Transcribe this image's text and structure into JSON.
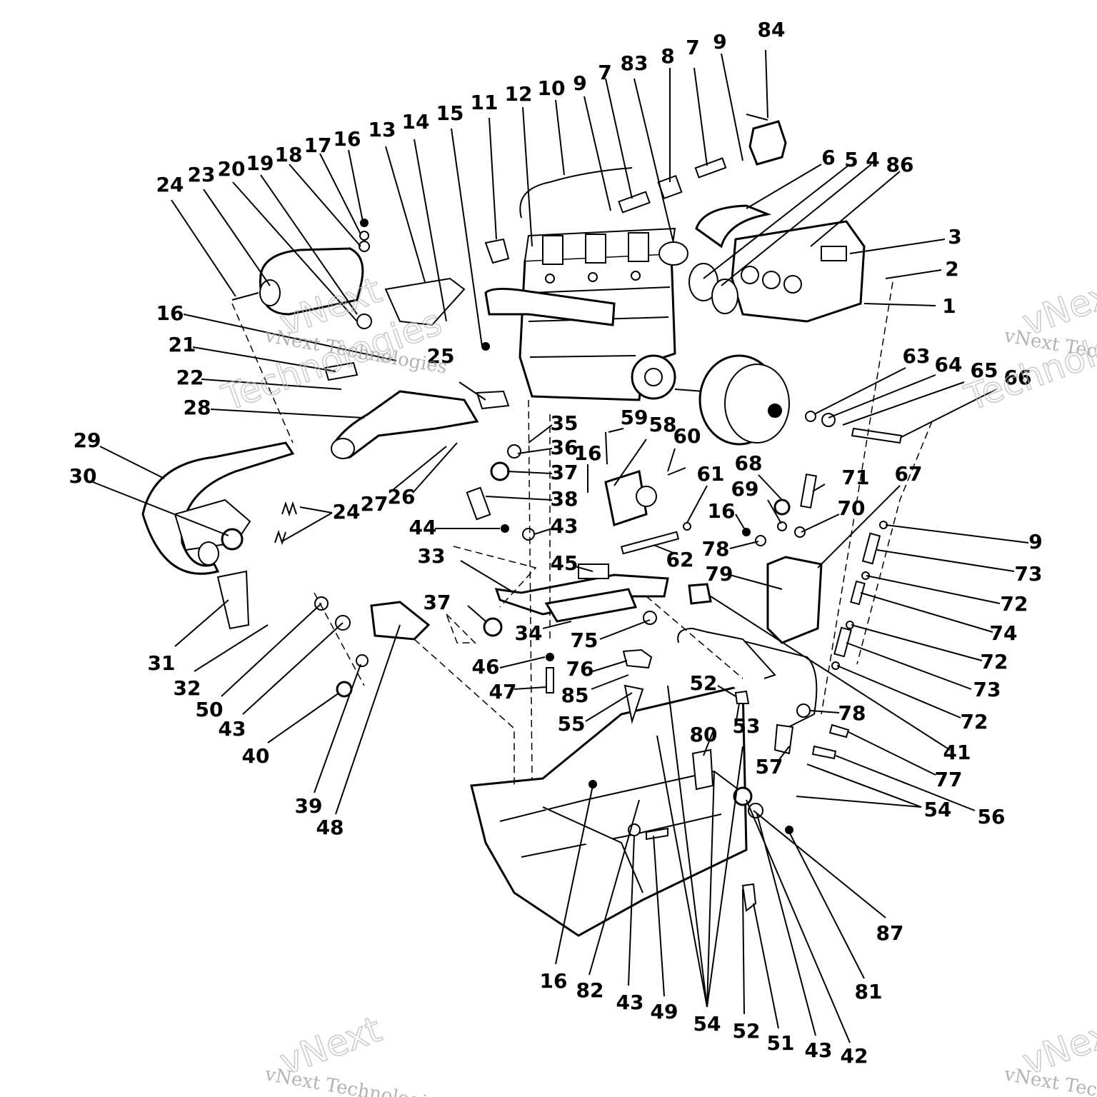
{
  "watermark": {
    "text": "vNext Technologies",
    "word1": "vNext",
    "word2": "Technologies"
  },
  "callouts": [
    {
      "id": "c1",
      "label": "1"
    },
    {
      "id": "c2",
      "label": "2"
    },
    {
      "id": "c3",
      "label": "3"
    },
    {
      "id": "c4",
      "label": "4"
    },
    {
      "id": "c5",
      "label": "5"
    },
    {
      "id": "c6",
      "label": "6"
    },
    {
      "id": "c7a",
      "label": "7"
    },
    {
      "id": "c7b",
      "label": "7"
    },
    {
      "id": "c8",
      "label": "8"
    },
    {
      "id": "c9a",
      "label": "9"
    },
    {
      "id": "c9b",
      "label": "9"
    },
    {
      "id": "c9c",
      "label": "9"
    },
    {
      "id": "c10",
      "label": "10"
    },
    {
      "id": "c11",
      "label": "11"
    },
    {
      "id": "c12",
      "label": "12"
    },
    {
      "id": "c13",
      "label": "13"
    },
    {
      "id": "c14",
      "label": "14"
    },
    {
      "id": "c15",
      "label": "15"
    },
    {
      "id": "c16a",
      "label": "16"
    },
    {
      "id": "c16b",
      "label": "16"
    },
    {
      "id": "c16c",
      "label": "16"
    },
    {
      "id": "c16d",
      "label": "16"
    },
    {
      "id": "c16e",
      "label": "16"
    },
    {
      "id": "c17",
      "label": "17"
    },
    {
      "id": "c18",
      "label": "18"
    },
    {
      "id": "c19",
      "label": "19"
    },
    {
      "id": "c20",
      "label": "20"
    },
    {
      "id": "c21",
      "label": "21"
    },
    {
      "id": "c22",
      "label": "22"
    },
    {
      "id": "c23",
      "label": "23"
    },
    {
      "id": "c24a",
      "label": "24"
    },
    {
      "id": "c24b",
      "label": "24"
    },
    {
      "id": "c25",
      "label": "25"
    },
    {
      "id": "c26",
      "label": "26"
    },
    {
      "id": "c27",
      "label": "27"
    },
    {
      "id": "c28",
      "label": "28"
    },
    {
      "id": "c29",
      "label": "29"
    },
    {
      "id": "c30",
      "label": "30"
    },
    {
      "id": "c31",
      "label": "31"
    },
    {
      "id": "c32",
      "label": "32"
    },
    {
      "id": "c33",
      "label": "33"
    },
    {
      "id": "c34",
      "label": "34"
    },
    {
      "id": "c35",
      "label": "35"
    },
    {
      "id": "c36",
      "label": "36"
    },
    {
      "id": "c37a",
      "label": "37"
    },
    {
      "id": "c37b",
      "label": "37"
    },
    {
      "id": "c38",
      "label": "38"
    },
    {
      "id": "c39",
      "label": "39"
    },
    {
      "id": "c40",
      "label": "40"
    },
    {
      "id": "c41",
      "label": "41"
    },
    {
      "id": "c42",
      "label": "42"
    },
    {
      "id": "c43a",
      "label": "43"
    },
    {
      "id": "c43b",
      "label": "43"
    },
    {
      "id": "c43c",
      "label": "43"
    },
    {
      "id": "c43d",
      "label": "43"
    },
    {
      "id": "c44",
      "label": "44"
    },
    {
      "id": "c45",
      "label": "45"
    },
    {
      "id": "c46",
      "label": "46"
    },
    {
      "id": "c47",
      "label": "47"
    },
    {
      "id": "c48",
      "label": "48"
    },
    {
      "id": "c49",
      "label": "49"
    },
    {
      "id": "c50",
      "label": "50"
    },
    {
      "id": "c51",
      "label": "51"
    },
    {
      "id": "c52a",
      "label": "52"
    },
    {
      "id": "c52b",
      "label": "52"
    },
    {
      "id": "c53",
      "label": "53"
    },
    {
      "id": "c54a",
      "label": "54"
    },
    {
      "id": "c54b",
      "label": "54"
    },
    {
      "id": "c55",
      "label": "55"
    },
    {
      "id": "c56",
      "label": "56"
    },
    {
      "id": "c57",
      "label": "57"
    },
    {
      "id": "c58",
      "label": "58"
    },
    {
      "id": "c59",
      "label": "59"
    },
    {
      "id": "c60",
      "label": "60"
    },
    {
      "id": "c61",
      "label": "61"
    },
    {
      "id": "c62",
      "label": "62"
    },
    {
      "id": "c63",
      "label": "63"
    },
    {
      "id": "c64",
      "label": "64"
    },
    {
      "id": "c65",
      "label": "65"
    },
    {
      "id": "c66",
      "label": "66"
    },
    {
      "id": "c67",
      "label": "67"
    },
    {
      "id": "c68",
      "label": "68"
    },
    {
      "id": "c69",
      "label": "69"
    },
    {
      "id": "c70",
      "label": "70"
    },
    {
      "id": "c71",
      "label": "71"
    },
    {
      "id": "c72a",
      "label": "72"
    },
    {
      "id": "c72b",
      "label": "72"
    },
    {
      "id": "c72c",
      "label": "72"
    },
    {
      "id": "c73a",
      "label": "73"
    },
    {
      "id": "c73b",
      "label": "73"
    },
    {
      "id": "c74",
      "label": "74"
    },
    {
      "id": "c75",
      "label": "75"
    },
    {
      "id": "c76",
      "label": "76"
    },
    {
      "id": "c77",
      "label": "77"
    },
    {
      "id": "c78a",
      "label": "78"
    },
    {
      "id": "c78b",
      "label": "78"
    },
    {
      "id": "c79",
      "label": "79"
    },
    {
      "id": "c80",
      "label": "80"
    },
    {
      "id": "c81",
      "label": "81"
    },
    {
      "id": "c82",
      "label": "82"
    },
    {
      "id": "c83",
      "label": "83"
    },
    {
      "id": "c84",
      "label": "84"
    },
    {
      "id": "c85",
      "label": "85"
    },
    {
      "id": "c86",
      "label": "86"
    },
    {
      "id": "c87",
      "label": "87"
    }
  ]
}
